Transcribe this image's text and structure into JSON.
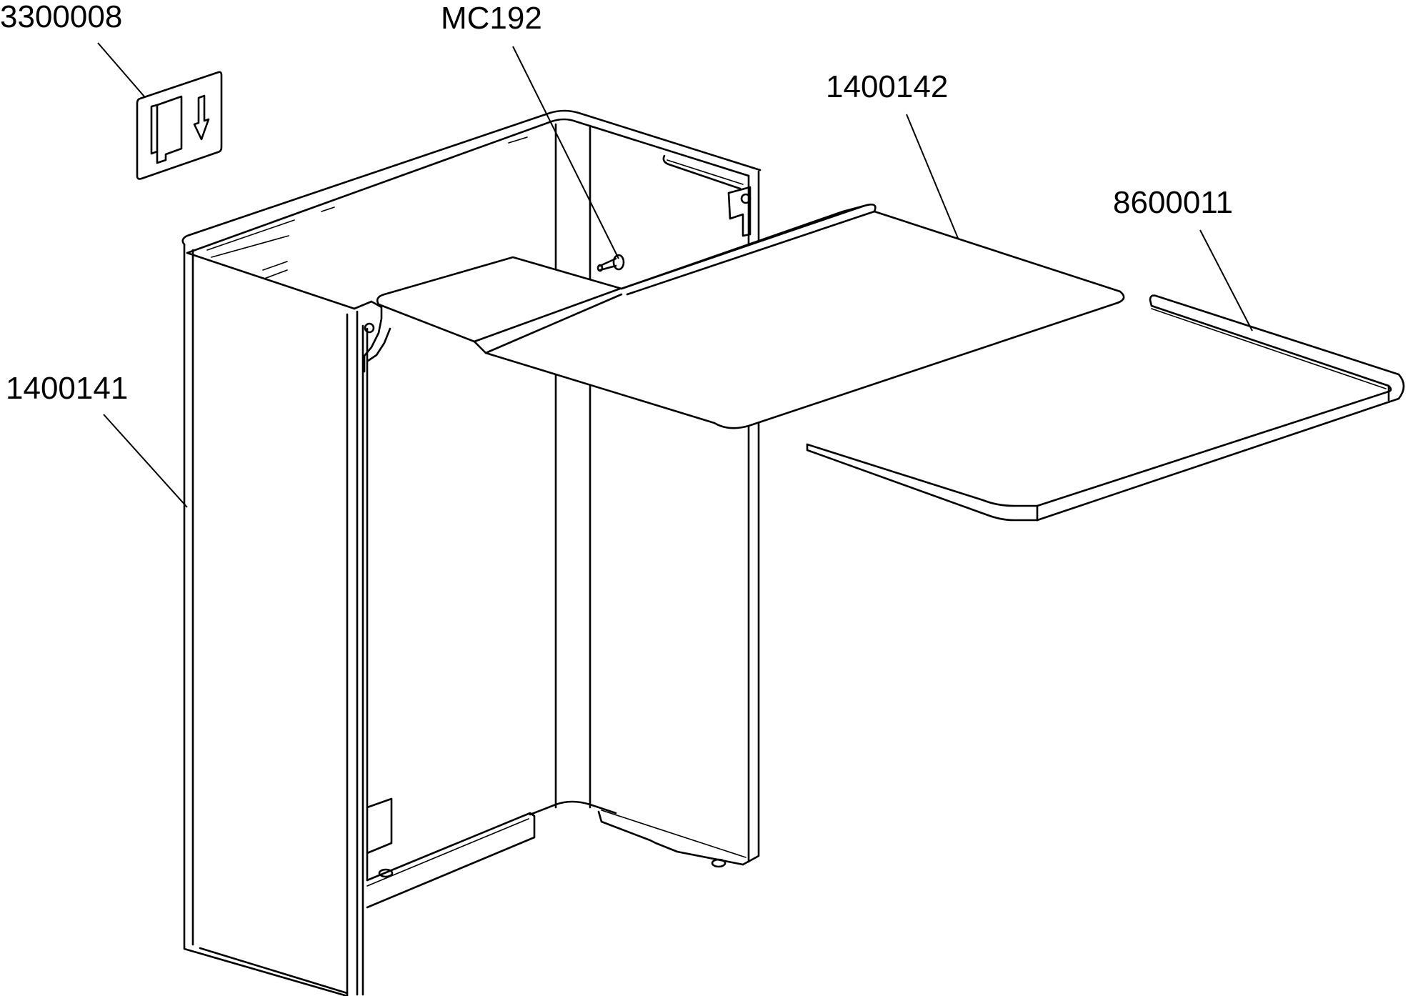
{
  "diagram": {
    "type": "exploded parts assembly drawing",
    "background": "#ffffff",
    "line_color": "#000000",
    "callouts": [
      {
        "id": "label-sticker",
        "text": "3300008",
        "part": "instruction sticker with card and down arrow"
      },
      {
        "id": "label-screw",
        "text": "MC192",
        "part": "screw / pin"
      },
      {
        "id": "label-shelf",
        "text": "1400142",
        "part": "fold-down shelf / tray plate"
      },
      {
        "id": "label-edge-trim",
        "text": "8600011",
        "part": "edge trim strip"
      },
      {
        "id": "label-cabinet",
        "text": "1400141",
        "part": "cabinet housing"
      }
    ]
  }
}
